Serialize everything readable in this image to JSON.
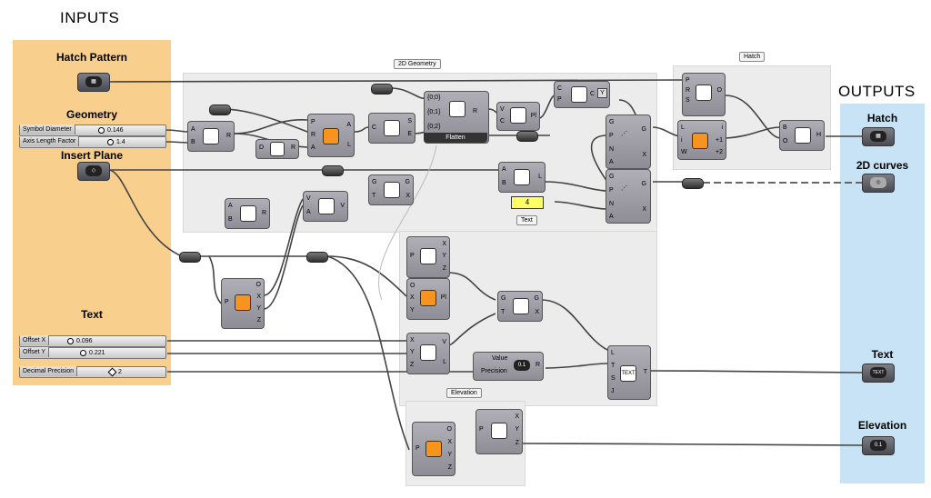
{
  "headers": {
    "inputs": "INPUTS",
    "outputs": "OUTPUTS"
  },
  "inputs": {
    "hatch_pattern": "Hatch Pattern",
    "geometry": "Geometry",
    "insert_plane": "Insert Plane",
    "text": "Text",
    "sliders": [
      {
        "label": "Symbol Diameter",
        "value": "0.146"
      },
      {
        "label": "Axis Length Factor",
        "value": "1.4"
      },
      {
        "label": "Offset X",
        "value": "0.096"
      },
      {
        "label": "Offset Y",
        "value": "0.221"
      },
      {
        "label": "Decimal Precision",
        "value": "2"
      }
    ]
  },
  "outputs": {
    "hatch": "Hatch",
    "curves": "2D curves",
    "text": "Text",
    "elevation": "Elevation"
  },
  "groups": {
    "geometry2d": "2D Geometry",
    "hatch": "Hatch",
    "text": "Text",
    "elevation": "Elevation"
  },
  "components": {
    "flatten": "Flatten",
    "tree_paths": [
      "{0;0}",
      "{0;1}",
      "{0;2}"
    ],
    "panel_value": "4",
    "value_label": "Value",
    "precision_label": "Precision"
  },
  "icons": {
    "hatch_param": "hatch-icon",
    "plane_param": "plane-icon",
    "text_param": "text-icon",
    "number_param": "number-icon",
    "curve_param": "curve-icon"
  },
  "colors": {
    "inputs_panel": "#f8cf8c",
    "outputs_panel": "#c8e3f5",
    "group": "#ececec",
    "panel": "#ffff66"
  }
}
